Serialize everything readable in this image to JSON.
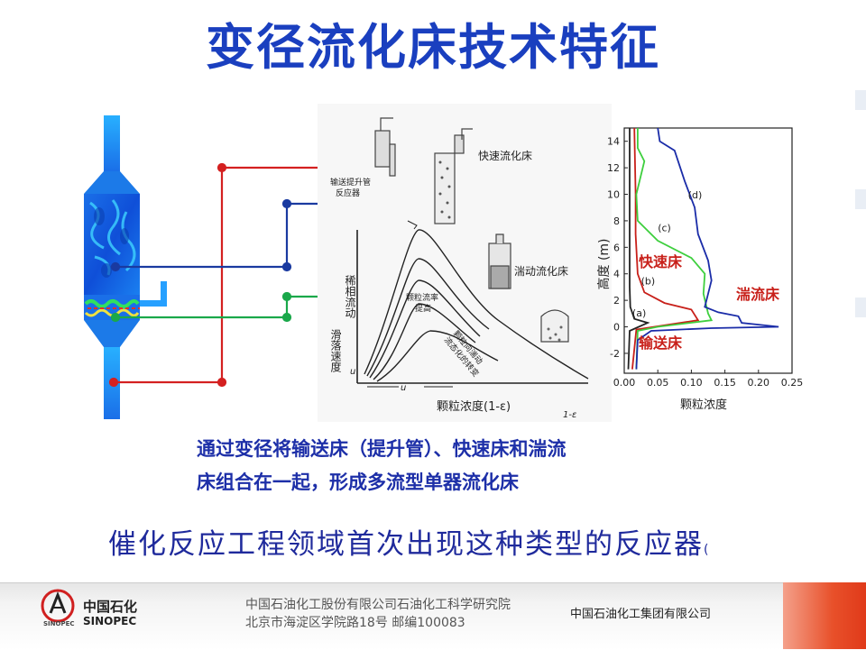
{
  "slide": {
    "title": "变径流化床技术特征",
    "summary_line1": "通过变径将输送床（提升管）、快速床和湍流",
    "summary_line2": "床组合在一起，形成多流型单器流化床",
    "headline": "催化反应工程领域首次出现这种类型的反应器",
    "headline_tail": "("
  },
  "regime_diagram": {
    "riser_label_1": "输送提升管",
    "riser_label_2": "反应器",
    "fast_bed_label": "快速流化床",
    "turbulent_bed_label": "湍动流化床",
    "y_axis_label": "滑落速度",
    "y_axis_label_2": "稀相流动",
    "flow_rate_label_1": "颗粒流率",
    "flow_rate_label_2": "提高",
    "curve_note_1": "颗粒向湍动",
    "curve_note_2": "流态化的转变",
    "x_axis_label": "颗粒浓度(1-ε)",
    "x_tick_left": "u",
    "x_tick_mid": "u",
    "x_tick_right": "1-ε"
  },
  "chart_data": {
    "type": "line",
    "title": "",
    "xlabel": "颗粒浓度",
    "ylabel": "高度 (m)",
    "xlim": [
      0.0,
      0.25
    ],
    "ylim": [
      -3.5,
      15
    ],
    "xticks": [
      "0.00",
      "0.05",
      "0.10",
      "0.15",
      "0.20",
      "0.25"
    ],
    "yticks": [
      "-2",
      "0",
      "2",
      "4",
      "6",
      "8",
      "10",
      "12",
      "14"
    ],
    "annotations": [
      {
        "text": "(a)",
        "x": 0.012,
        "y": 0.8
      },
      {
        "text": "(b)",
        "x": 0.025,
        "y": 3.2
      },
      {
        "text": "(c)",
        "x": 0.05,
        "y": 7.2
      },
      {
        "text": "(d)",
        "x": 0.095,
        "y": 9.7
      }
    ],
    "region_labels": {
      "fast_bed": "快速床",
      "turbulent_bed": "湍流床",
      "transport_bed": "输送床"
    },
    "series": [
      {
        "label": "(a)",
        "color": "#222222",
        "points": [
          [
            0.008,
            15
          ],
          [
            0.008,
            3
          ],
          [
            0.009,
            1.5
          ],
          [
            0.015,
            0.6
          ],
          [
            0.035,
            0.3
          ],
          [
            0.008,
            -0.3
          ],
          [
            0.006,
            -3.2
          ]
        ]
      },
      {
        "label": "(b)",
        "color": "#c8201a",
        "points": [
          [
            0.015,
            15
          ],
          [
            0.017,
            10
          ],
          [
            0.017,
            7
          ],
          [
            0.02,
            4
          ],
          [
            0.03,
            2.6
          ],
          [
            0.06,
            1.8
          ],
          [
            0.1,
            1.3
          ],
          [
            0.11,
            0.5
          ],
          [
            0.018,
            -0.2
          ],
          [
            0.012,
            -3.2
          ]
        ]
      },
      {
        "label": "(c)",
        "color": "#3ecf3e",
        "points": [
          [
            0.02,
            15
          ],
          [
            0.02,
            13.5
          ],
          [
            0.03,
            12.5
          ],
          [
            0.018,
            10
          ],
          [
            0.02,
            8
          ],
          [
            0.05,
            6.5
          ],
          [
            0.1,
            5.2
          ],
          [
            0.12,
            4
          ],
          [
            0.118,
            2.5
          ],
          [
            0.125,
            1
          ],
          [
            0.13,
            0.5
          ],
          [
            0.05,
            0
          ],
          [
            0.02,
            -0.3
          ],
          [
            0.018,
            -3.2
          ]
        ]
      },
      {
        "label": "(d)",
        "color": "#1a2ca8",
        "points": [
          [
            0.05,
            15
          ],
          [
            0.053,
            14
          ],
          [
            0.075,
            13.3
          ],
          [
            0.09,
            11
          ],
          [
            0.105,
            9
          ],
          [
            0.11,
            7
          ],
          [
            0.125,
            5
          ],
          [
            0.13,
            3.5
          ],
          [
            0.125,
            2.5
          ],
          [
            0.12,
            1.5
          ],
          [
            0.14,
            1.1
          ],
          [
            0.17,
            0.8
          ],
          [
            0.175,
            0.3
          ],
          [
            0.23,
            0
          ],
          [
            0.13,
            -0.1
          ],
          [
            0.04,
            -0.3
          ],
          [
            0.02,
            -1
          ],
          [
            0.018,
            -3.2
          ]
        ]
      }
    ]
  },
  "footer": {
    "logo_cn": "中国石化",
    "logo_en": "SINOPEC",
    "logo_mark_text": "SINOPEC",
    "org_line1": "中国石油化工股份有限公司石油化工科学研究院",
    "org_line2": "北京市海淀区学院路18号   邮编100083",
    "group_name": "中国石油化工集团有限公司"
  },
  "colors": {
    "title": "#1a3fbf",
    "red_line": "#d42020",
    "blue_line": "#1a3aa0",
    "green_line": "#1aa84a"
  }
}
